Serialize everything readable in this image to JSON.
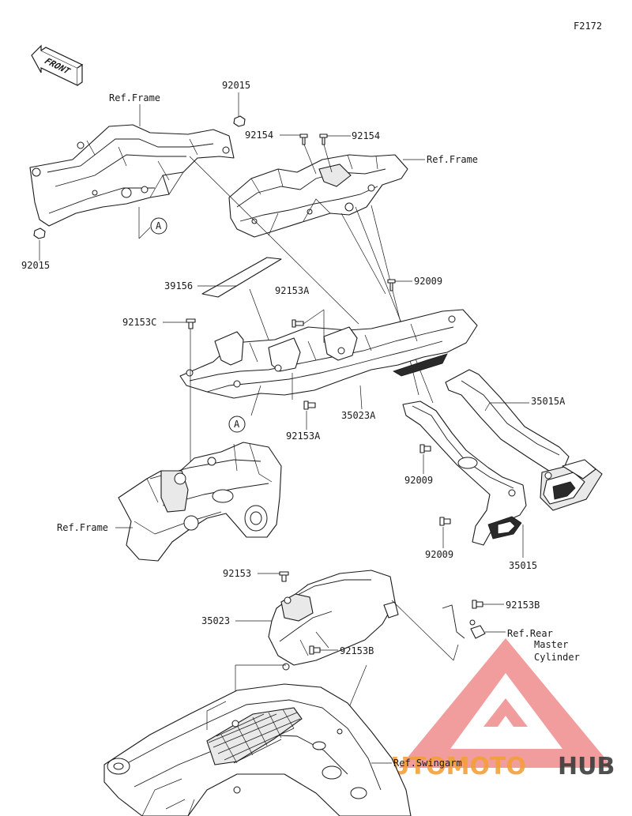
{
  "diagram_code": "F2172",
  "front_label": "FRONT",
  "callout_a": "A",
  "watermark": {
    "brand_left": "AUTOMOTO",
    "brand_right": "HUB",
    "colors": {
      "triangle": "#f08c8c",
      "text_left": "#f2a03a",
      "text_right": "#3c3c3c"
    }
  },
  "labels": {
    "ref_frame_top_left": "Ref.Frame",
    "ref_frame_top_right": "Ref.Frame",
    "ref_frame_middle": "Ref.Frame",
    "ref_swingarm": "Ref.Swingarm",
    "ref_rear_line1": "Ref.Rear",
    "ref_rear_line2": "Master",
    "ref_rear_line3": "Cylinder",
    "p92015_top": "92015",
    "p92015_left": "92015",
    "p92154_left": "92154",
    "p92154_right": "92154",
    "p39156": "39156",
    "p92153A_top": "92153A",
    "p92153C": "92153C",
    "p92009_top": "92009",
    "p35023A": "35023A",
    "p92153A_bottom": "92153A",
    "p35015A": "35015A",
    "p92009_mid": "92009",
    "p92009_bottom": "92009",
    "p35015": "35015",
    "p92153": "92153",
    "p35023": "35023",
    "p92153B_left": "92153B",
    "p92153B_right": "92153B"
  }
}
